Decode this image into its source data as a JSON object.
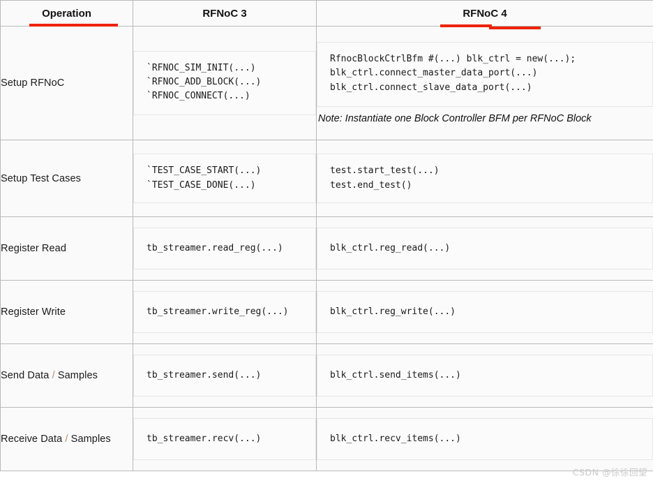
{
  "table": {
    "headers": [
      {
        "label": "Operation",
        "underlined": true
      },
      {
        "label": "RFNoC 3",
        "underlined": false
      },
      {
        "label": "RFNoC 4",
        "underlined": true
      }
    ],
    "rows": [
      {
        "operation": "Setup RFNoC",
        "rfnoc3_code": "`RFNOC_SIM_INIT(...)\n`RFNOC_ADD_BLOCK(...)\n`RFNOC_CONNECT(...)",
        "rfnoc4_code": "RfnocBlockCtrlBfm #(...) blk_ctrl = new(...);\nblk_ctrl.connect_master_data_port(...)\nblk_ctrl.connect_slave_data_port(...)",
        "rfnoc4_note": "Note: Instantiate one Block Controller BFM per RFNoC Block"
      },
      {
        "operation": "Setup Test Cases",
        "rfnoc3_code": "`TEST_CASE_START(...)\n`TEST_CASE_DONE(...)",
        "rfnoc4_code": "test.start_test(...)\ntest.end_test()",
        "rfnoc4_note": ""
      },
      {
        "operation": "Register Read",
        "rfnoc3_code": "tb_streamer.read_reg(...)",
        "rfnoc4_code": "blk_ctrl.reg_read(...)",
        "rfnoc4_note": ""
      },
      {
        "operation": "Register Write",
        "rfnoc3_code": "tb_streamer.write_reg(...)",
        "rfnoc4_code": "blk_ctrl.reg_write(...)",
        "rfnoc4_note": ""
      },
      {
        "operation_a": "Send Data",
        "operation_sep": "/",
        "operation_b": "Samples",
        "operation": "Send Data / Samples",
        "rfnoc3_code": "tb_streamer.send(...)",
        "rfnoc4_code": "blk_ctrl.send_items(...)",
        "rfnoc4_note": ""
      },
      {
        "operation_a": "Receive Data",
        "operation_sep": "/",
        "operation_b": "Samples",
        "operation": "Receive Data / Samples",
        "rfnoc3_code": "tb_streamer.recv(...)",
        "rfnoc4_code": "blk_ctrl.recv_items(...)",
        "rfnoc4_note": ""
      }
    ]
  },
  "watermark": {
    "text": "CSDN @徐徐回望"
  },
  "colors": {
    "annotation_red": "#ee2200",
    "header_bg": "#f0f0f0",
    "cell_bg": "#fafafa",
    "grid": "#b9b9b9",
    "codebox_border": "#e6e6e6",
    "watermark": "#c9c9c9"
  }
}
